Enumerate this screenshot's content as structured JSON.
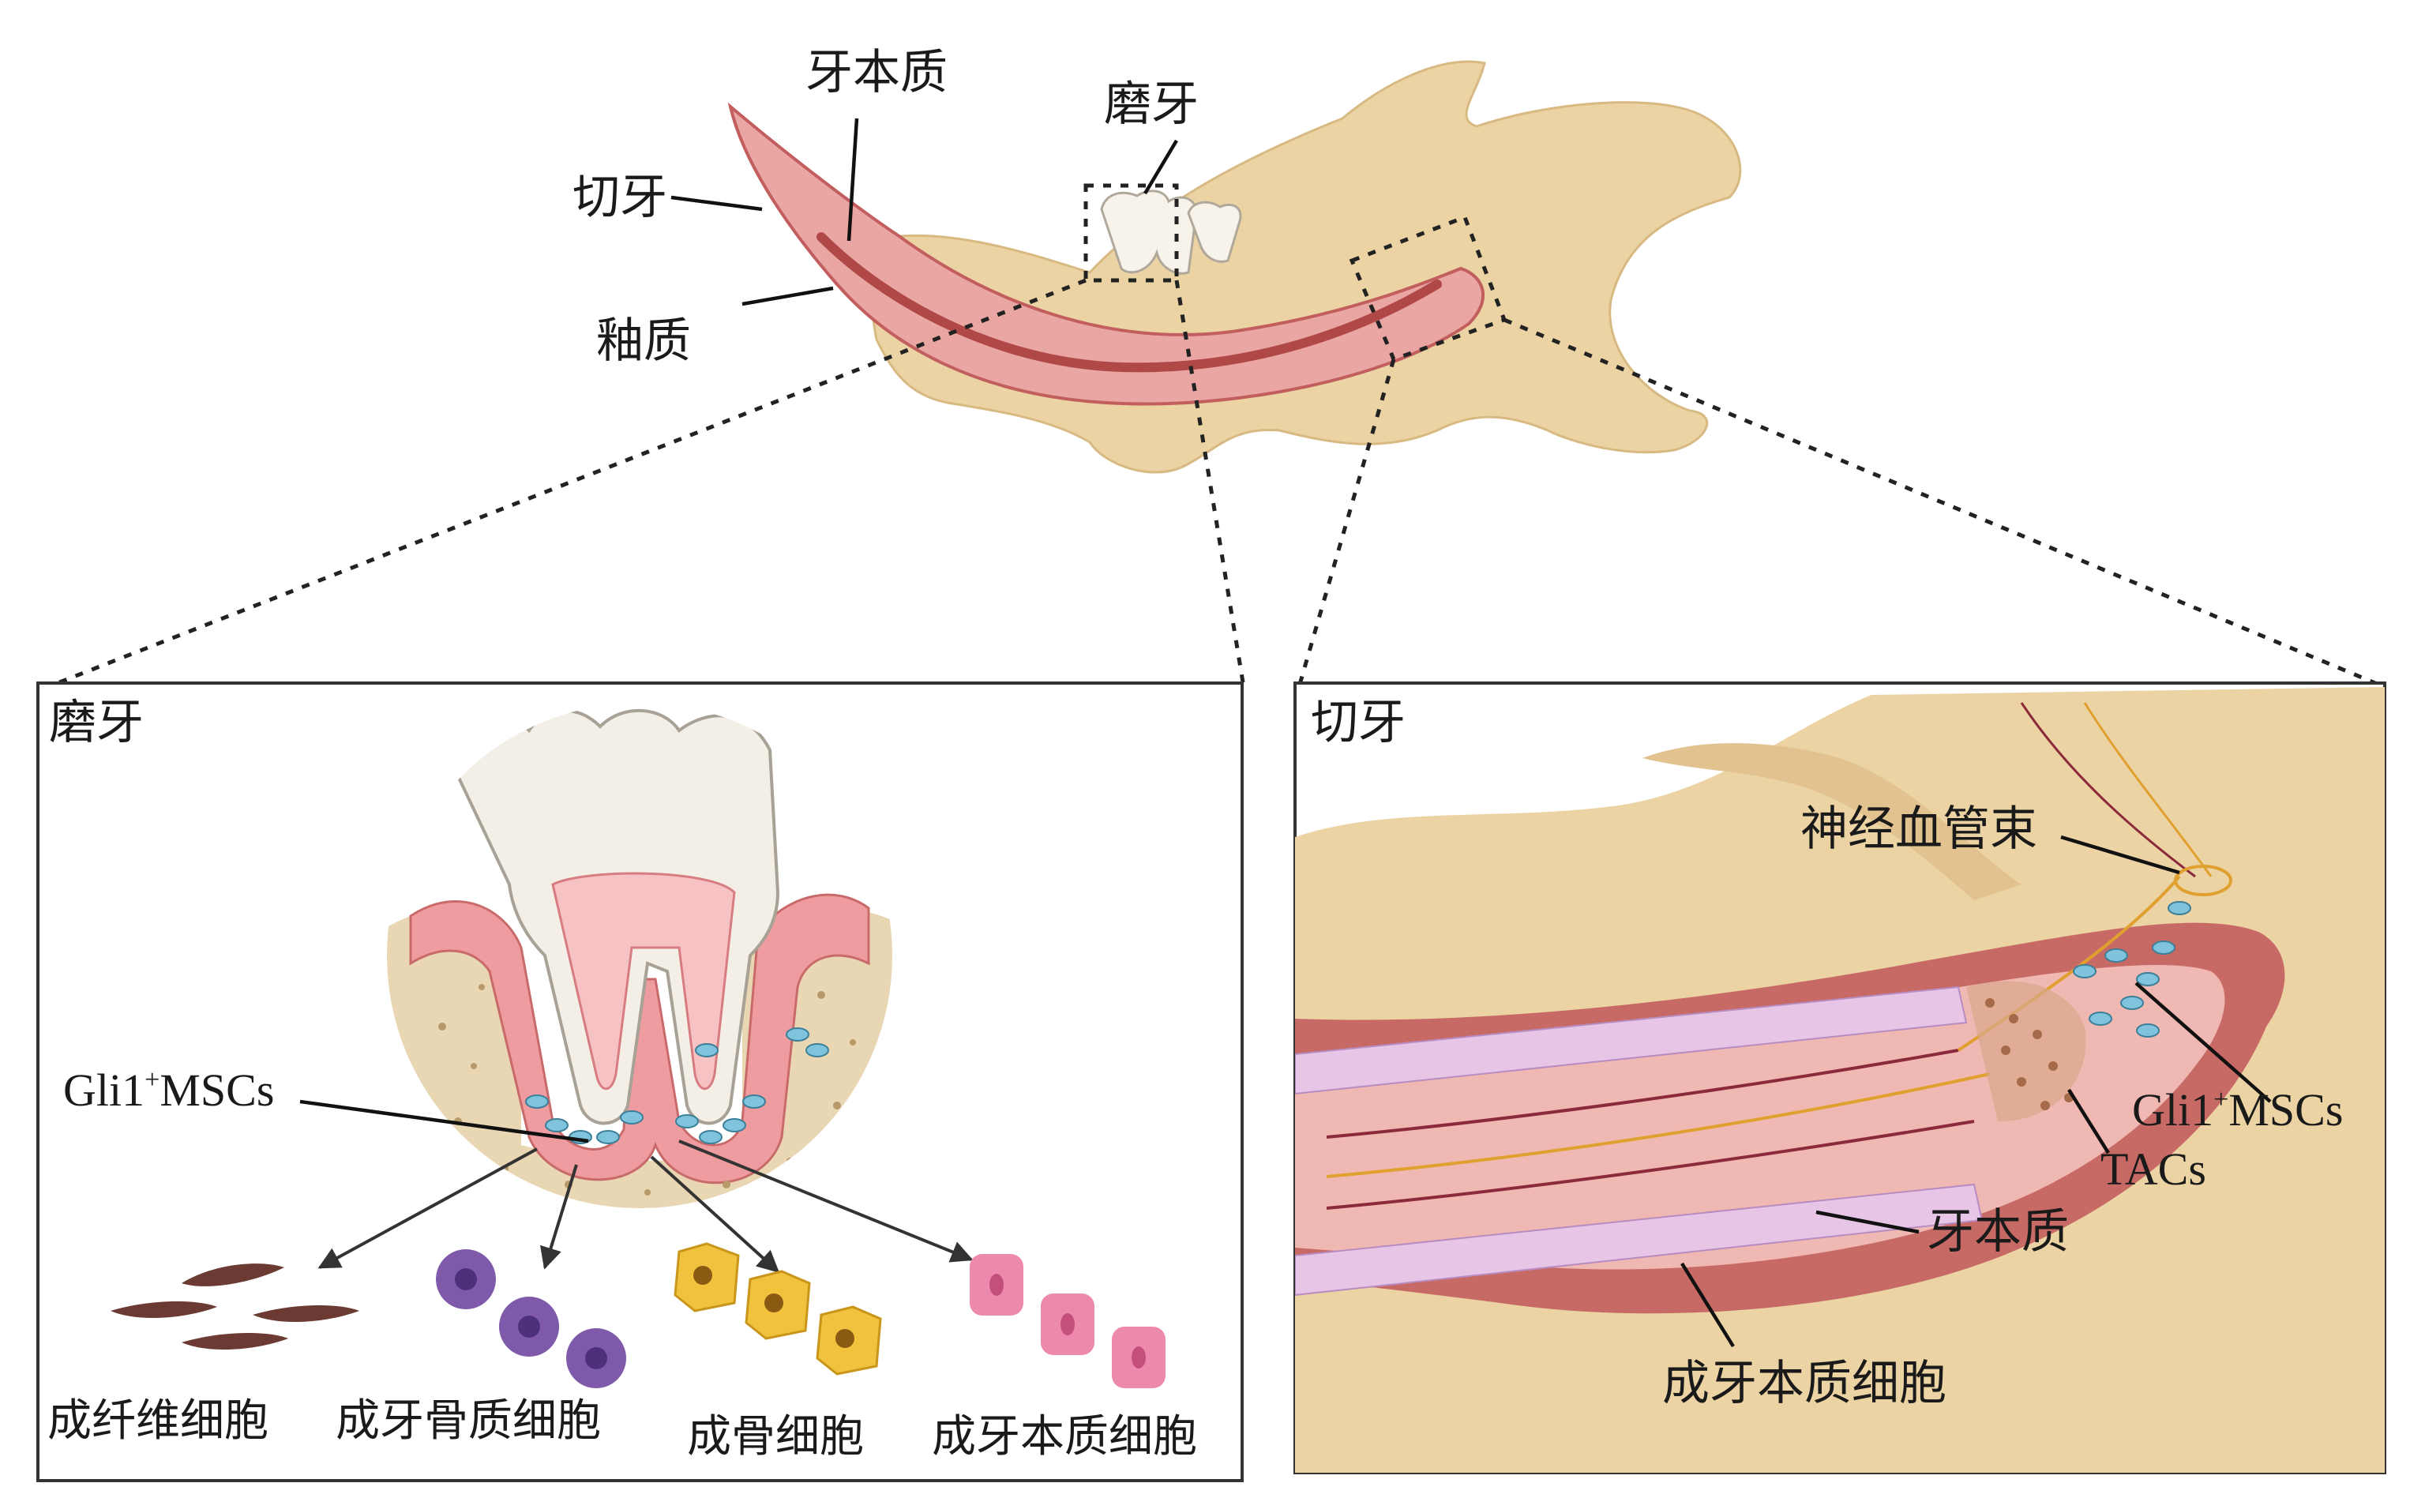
{
  "top": {
    "labels": {
      "dentin": "牙本质",
      "molar": "磨牙",
      "incisor": "切牙",
      "enamel": "釉质"
    }
  },
  "molar_panel": {
    "title": "磨牙",
    "gli1_prefix": "Gli1",
    "gli1_sup": "+",
    "gli1_suffix": "MSCs",
    "cells": [
      "成纤维细胞",
      "成牙骨质细胞",
      "成骨细胞",
      "成牙本质细胞"
    ]
  },
  "incisor_panel": {
    "title": "切牙",
    "nvb": "神经血管束",
    "gli1_prefix": "Gli1",
    "gli1_sup": "+",
    "gli1_suffix": "MSCs",
    "tacs": "TACs",
    "dentin": "牙本质",
    "odontoblast": "成牙本质细胞"
  },
  "colors": {
    "bone": "#ecd3a4",
    "bone_dark": "#d9b982",
    "pulp": "#c25e5e",
    "pulp_light": "#e9a6a2",
    "odontoblast": "#e6c5e6",
    "msc": "#7fc3dc",
    "fibroblast": "#6b3a32",
    "cementoblast": "#7f5aaa",
    "osteoblast": "#f0c23e",
    "odonto_cell": "#ec89ad"
  }
}
